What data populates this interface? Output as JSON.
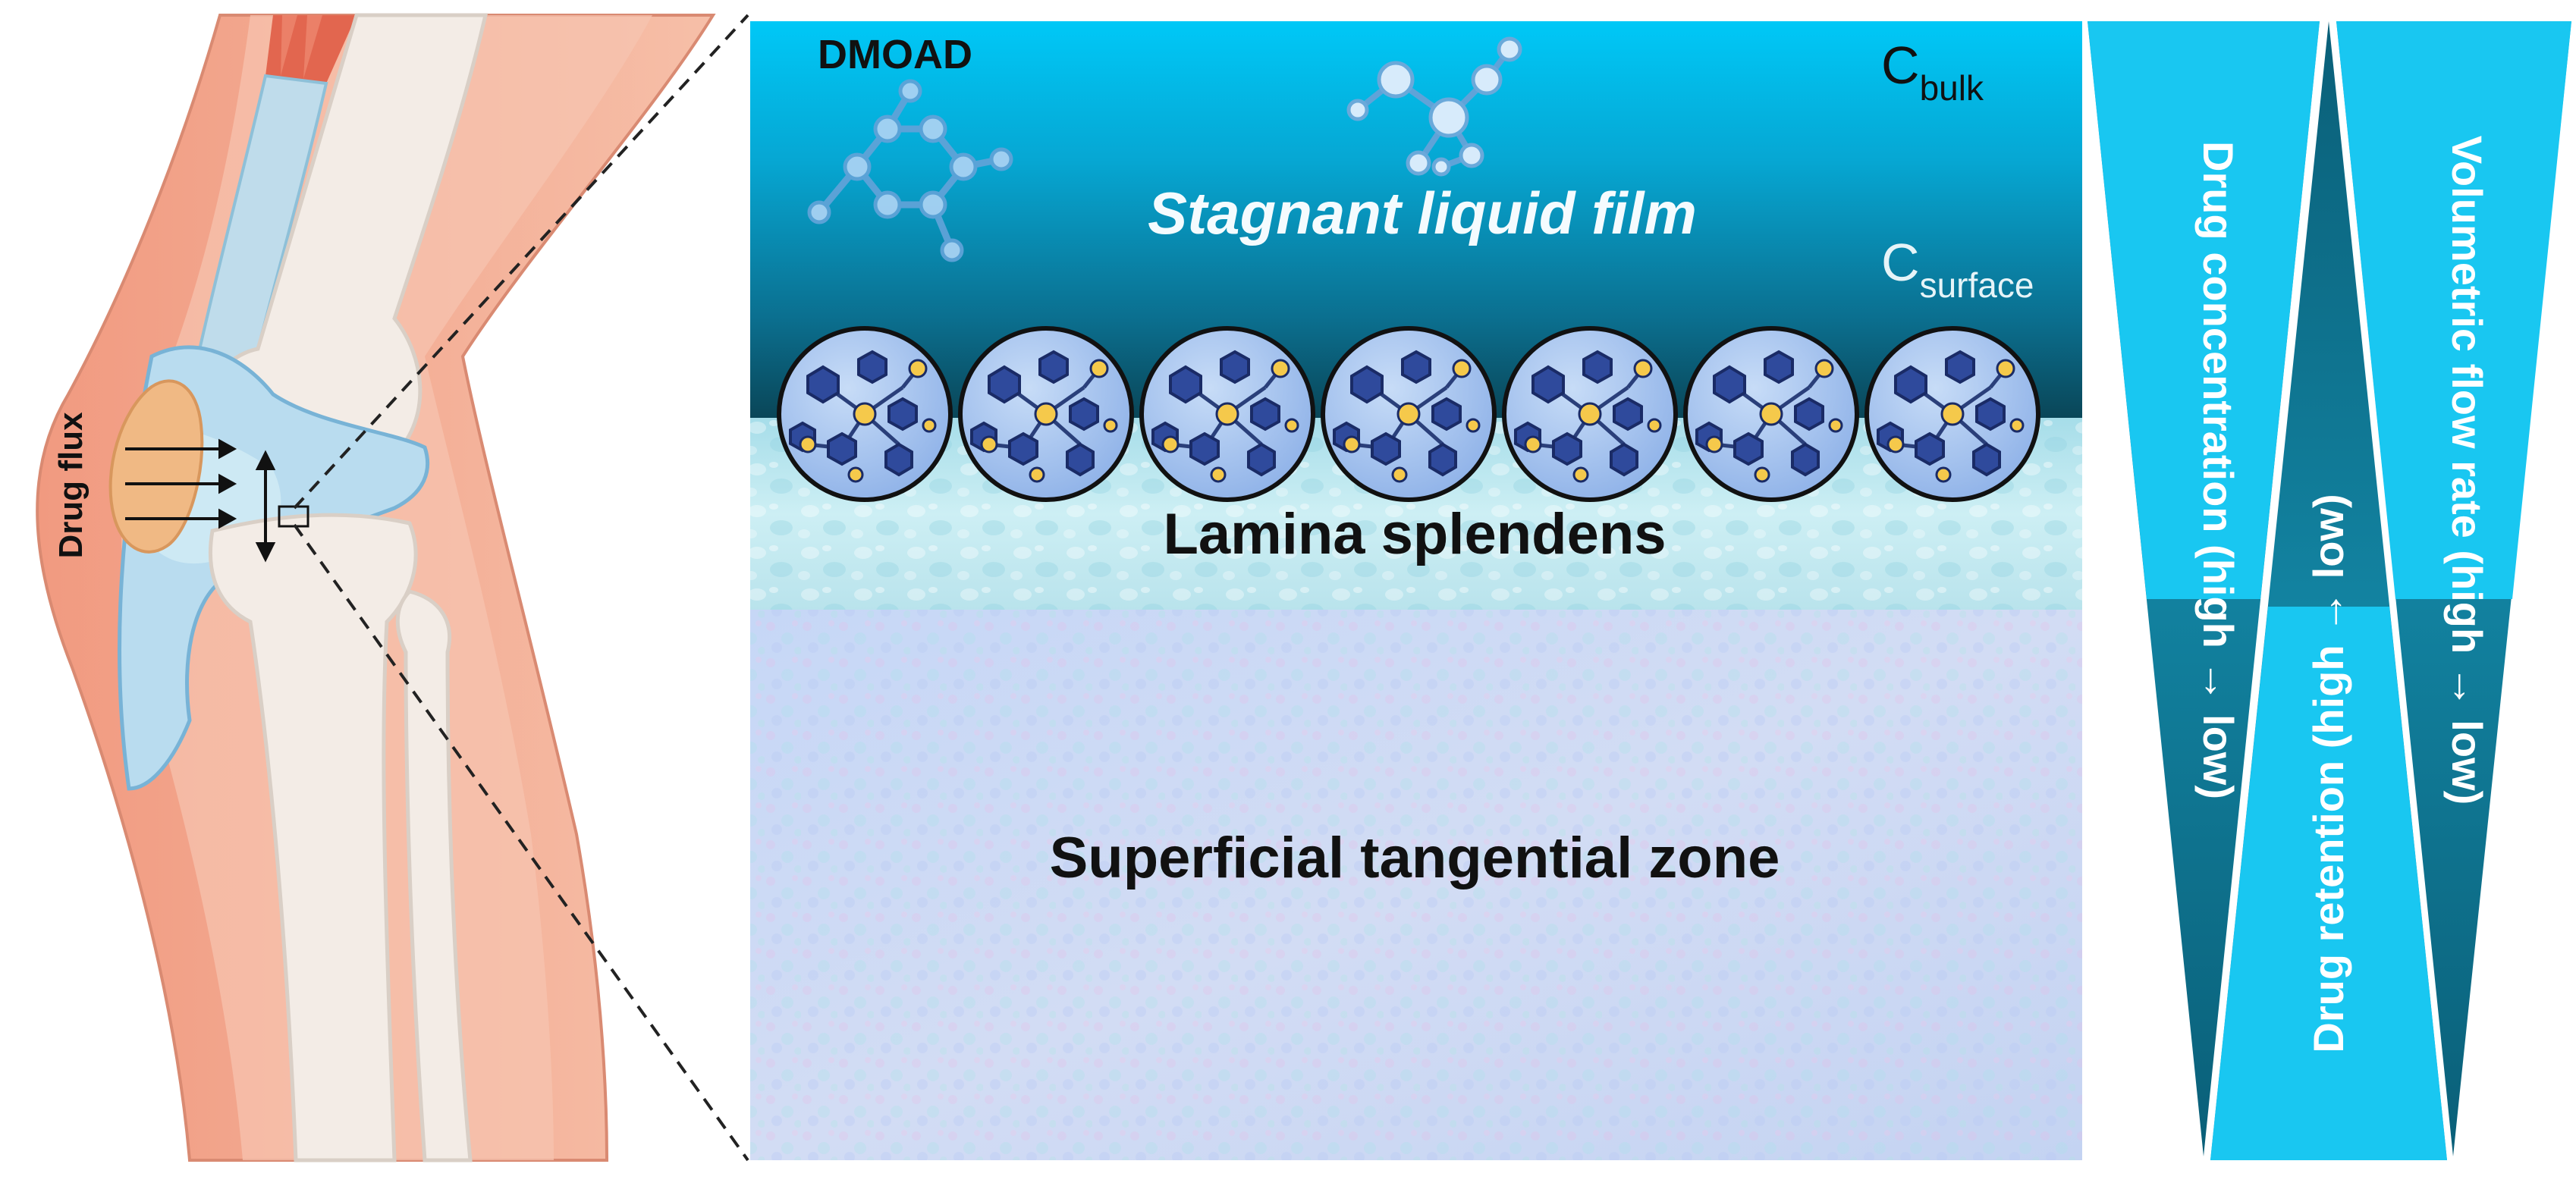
{
  "colors": {
    "bulk_top": "#00c6f5",
    "film_mid": "#0a8ab0",
    "film_bottom": "#0a4b60",
    "lamina": "#bfe8ef",
    "stz_tint": "#c9d9f5",
    "wedge_light": "#1ecbf4",
    "wedge_dark": "#0f6f8c",
    "skin": "#f4b79e",
    "bone": "#f3ece6",
    "cartilage": "#a8d8ee",
    "nanoparticle_core": "#a9c9f2",
    "hex_dark": "#253d8a",
    "node_gold": "#f5c94b"
  },
  "icons": {
    "molecule_left": "molecule-icon",
    "molecule_right": "molecule-icon",
    "nanoparticle": "nanoparticle-icon",
    "knee": "knee-joint-illustration"
  },
  "labels": {
    "drug_flux": "Drug flux",
    "dmoad": "DMOAD",
    "c_bulk_base": "C",
    "c_bulk_sub": "bulk",
    "c_surface_base": "C",
    "c_surface_sub": "surface",
    "stagnant_film": "Stagnant liquid film",
    "lamina": "Lamina splendens",
    "superficial_zone": "Superficial tangential zone"
  },
  "gradients": {
    "drug_concentration": "Drug concentration (high → low)",
    "drug_retention": "Drug retention (high → low)",
    "flow_rate": "Volumetric flow rate (high → low)"
  },
  "nanoparticles": {
    "count": 7
  }
}
